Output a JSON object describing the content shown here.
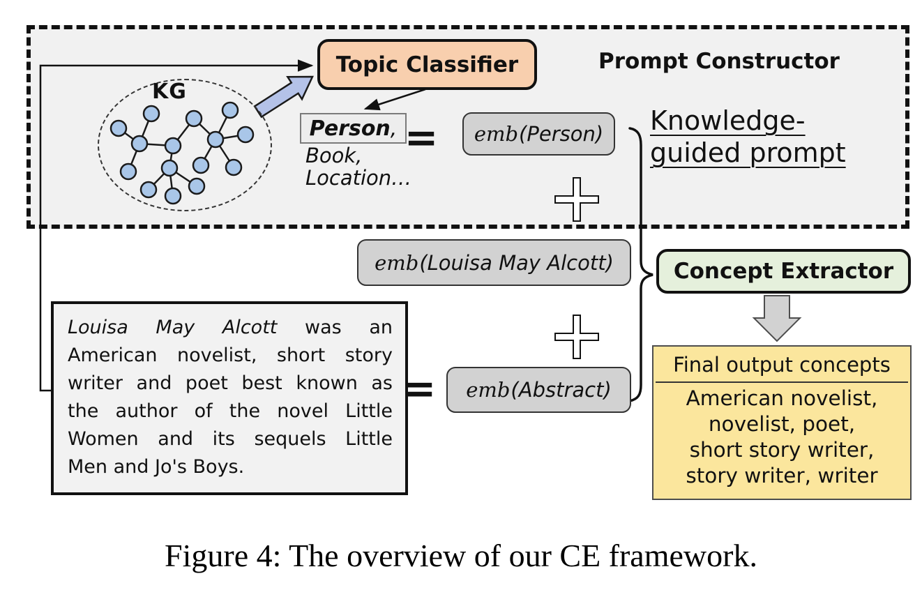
{
  "diagram": {
    "region_title": "Prompt Constructor",
    "kg_label": "KG",
    "topic_classifier_label": "Topic Classifier",
    "concept_extractor_label": "Concept Extractor",
    "topics": {
      "person": "Person",
      "person_comma": ",",
      "book": "Book,",
      "location": "Location…"
    },
    "equals_sign": "=",
    "knowledge_guided_prompt": {
      "line1": "Knowledge-",
      "line2": "guided prompt"
    },
    "emb_person": {
      "fn": "emb",
      "arg": "(Person)"
    },
    "emb_name": {
      "fn": "emb",
      "arg": "(Louisa May Alcott)"
    },
    "emb_abstract": {
      "fn": "emb",
      "arg": "(Abstract)"
    },
    "abstract_box": {
      "line0_italic": "Louisa May Alcott",
      "line0_rest": " was an",
      "lines": [
        "American novelist, short story",
        "writer and poet best known as",
        "the author of the novel Little",
        "Women and its sequels Little",
        "Men and Jo's Boys."
      ]
    },
    "output_box": {
      "title": "Final output concepts",
      "lines": [
        "American novelist,",
        "novelist, poet,",
        "short story writer,",
        "story writer, writer"
      ]
    },
    "colors": {
      "topic_classifier_fill": "#f8cfae",
      "concept_extractor_fill": "#e5f0dc",
      "output_box_fill": "#fbe69d",
      "emb_box_fill": "#d2d2d2",
      "region_fill": "#f1f1f1",
      "kg_node_fill": "#a9c6e8",
      "blue_arrow_fill": "#b4c2e8"
    }
  },
  "caption": "Figure 4: The overview of our CE framework."
}
